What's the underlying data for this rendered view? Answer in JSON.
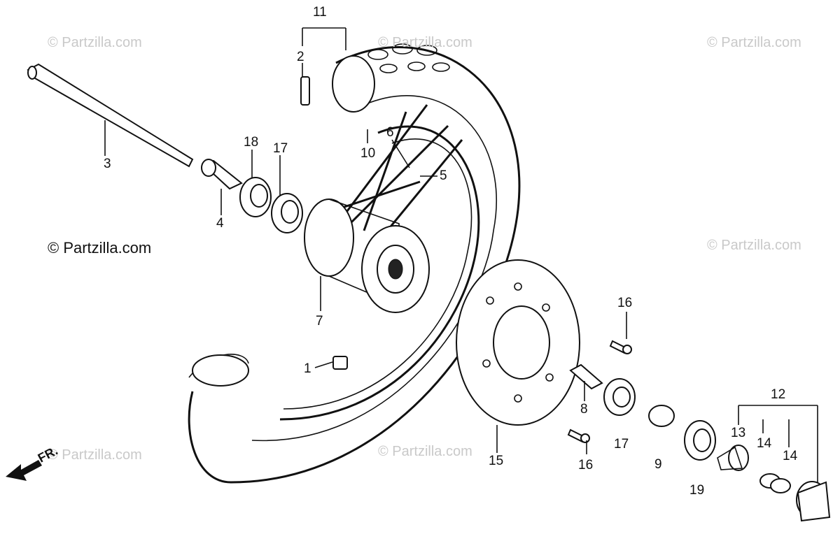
{
  "watermarks": [
    "© Partzilla.com",
    "© Partzilla.com",
    "© Partzilla.com",
    "© Partzilla.com",
    "© Partzilla.com",
    "© Partzilla.com",
    "© Partzilla.com"
  ],
  "front_indicator": "FR.",
  "callouts": {
    "c11": "11",
    "c2": "2",
    "c10": "10",
    "c6": "6",
    "c5": "5",
    "c3": "3",
    "c18": "18",
    "c17a": "17",
    "c4": "4",
    "c7": "7",
    "c1": "1",
    "c16a": "16",
    "c8": "8",
    "c17b": "17",
    "c9": "9",
    "c15": "15",
    "c16b": "16",
    "c12": "12",
    "c13": "13",
    "c14a": "14",
    "c14b": "14",
    "c19": "19"
  }
}
